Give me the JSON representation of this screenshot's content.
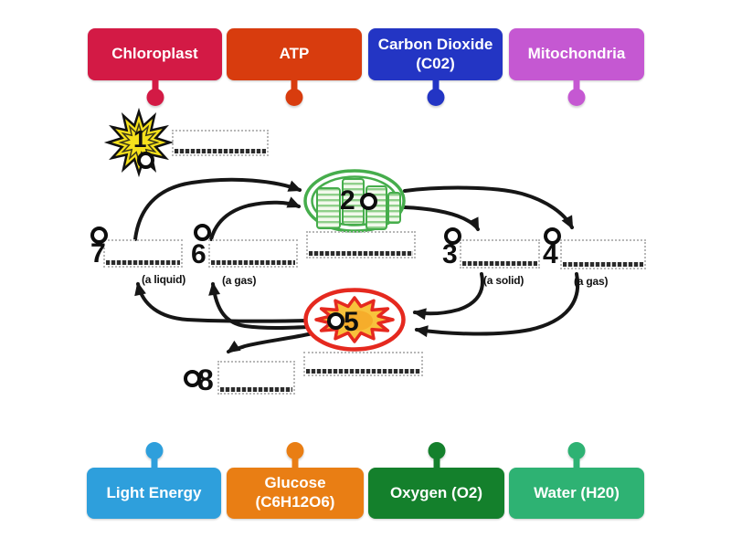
{
  "top_labels": [
    {
      "label": "Chloroplast",
      "color": "#d31a45"
    },
    {
      "label": "ATP",
      "color": "#d83c0e"
    },
    {
      "label": "Carbon Dioxide (C02)",
      "color": "#2335c4"
    },
    {
      "label": "Mitochondria",
      "color": "#c558d2"
    }
  ],
  "bottom_labels": [
    {
      "label": "Light Energy",
      "color": "#2e9fdc"
    },
    {
      "label": "Glucose (C6H12O6)",
      "color": "#e97e14"
    },
    {
      "label": "Oxygen (O2)",
      "color": "#14802c"
    },
    {
      "label": "Water (H20)",
      "color": "#2eb273"
    }
  ],
  "diagram": {
    "zones": [
      {
        "num": "1",
        "state": ""
      },
      {
        "num": "2",
        "state": ""
      },
      {
        "num": "3",
        "state": "(a solid)"
      },
      {
        "num": "4",
        "state": "(a gas)"
      },
      {
        "num": "5",
        "state": ""
      },
      {
        "num": "6",
        "state": "(a gas)"
      },
      {
        "num": "7",
        "state": "(a liquid)"
      },
      {
        "num": "8",
        "state": ""
      }
    ],
    "colors": {
      "arrow": "#161616",
      "sun_fill": "#f6e11c",
      "sun_stroke": "#111111",
      "chloroplast_stroke": "#46ad4c",
      "grana_green": "#8fcf8a",
      "grana_bg": "#f2f9ec",
      "mitochondria_stroke": "#e5291f",
      "mitochondria_fill": "#f8c23c",
      "mitochondria_core": "#f5a827"
    },
    "icons": {
      "sun": "sun-starburst-icon",
      "chloroplast": "chloroplast-icon",
      "mitochondria": "mitochondria-icon",
      "target": "drop-target-circle",
      "pin": "connector-pin"
    }
  }
}
